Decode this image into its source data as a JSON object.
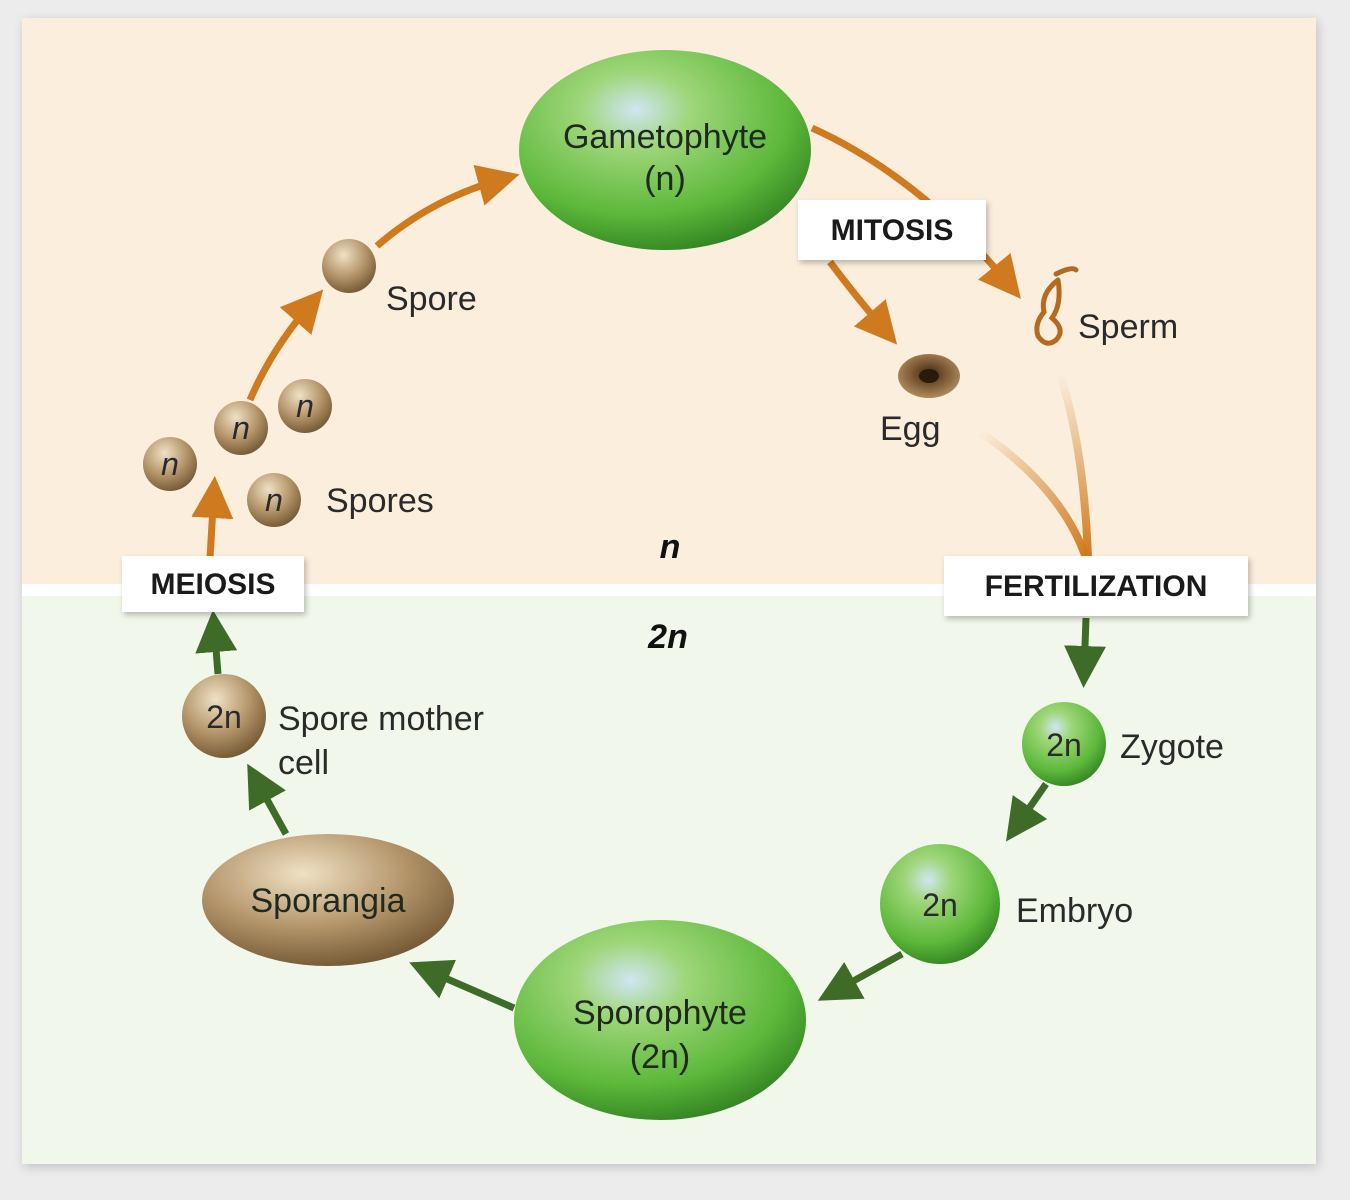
{
  "diagram": {
    "ploidy_haploid": "n",
    "ploidy_diploid": "2n",
    "process_labels": {
      "mitosis": "MITOSIS",
      "meiosis": "MEIOSIS",
      "fertilization": "FERTILIZATION"
    },
    "stages": {
      "gametophyte": {
        "name": "Gametophyte",
        "ploidy": "(n)"
      },
      "sporophyte": {
        "name": "Sporophyte",
        "ploidy": "(2n)"
      },
      "sporangia": "Sporangia",
      "spore": "Spore",
      "spores": "Spores",
      "sperm": "Sperm",
      "egg": "Egg",
      "zygote": "Zygote",
      "embryo": "Embryo",
      "spore_mother_cell_line1": "Spore mother",
      "spore_mother_cell_line2": "cell"
    },
    "cell_markers": {
      "haploid": "n",
      "diploid": "2n"
    },
    "colors": {
      "haploid_zone": "#fbeedd",
      "diploid_zone": "#f1f7ea",
      "haploid_arrow": "#cf7a1e",
      "diploid_arrow": "#3e6b28",
      "green_cell": "#5cb83a",
      "brown_cell": "#a88a5e"
    }
  }
}
